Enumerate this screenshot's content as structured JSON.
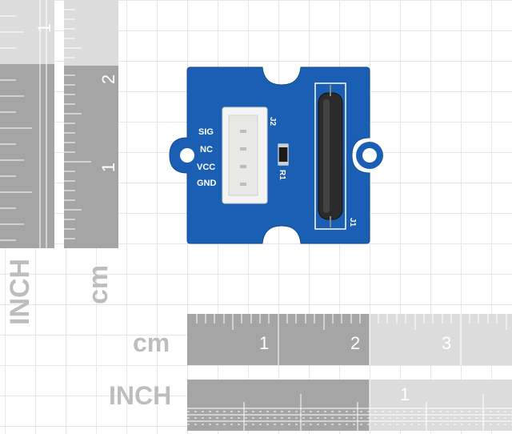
{
  "rulers": {
    "vertical_inch": {
      "label": "INCH",
      "numbers": [
        "1"
      ]
    },
    "vertical_cm": {
      "label": "cm",
      "numbers": [
        "2",
        "1"
      ]
    },
    "horizontal_cm": {
      "label": "cm",
      "numbers": [
        "1",
        "2",
        "3"
      ]
    },
    "horizontal_inch": {
      "label": "INCH",
      "numbers": [
        "1"
      ]
    }
  },
  "board": {
    "connector_ref": "J2",
    "pins": [
      "SIG",
      "NC",
      "VCC",
      "GND"
    ],
    "resistor_ref": "R1",
    "switch_ref": "J1"
  },
  "colors": {
    "pcb": "#1a5fb4",
    "ruler_dark": "#a5a5a5",
    "ruler_light": "#dcdcdc",
    "label_gray": "#bdbdbd"
  }
}
